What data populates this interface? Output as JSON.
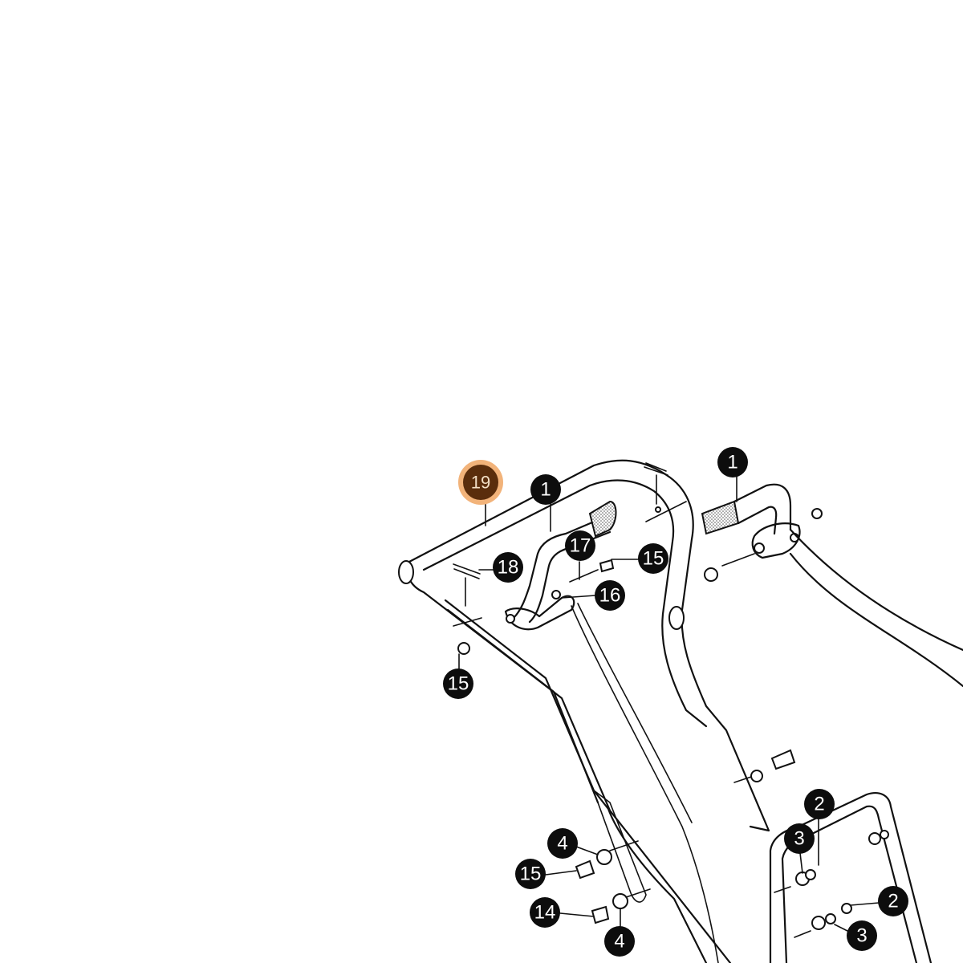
{
  "callouts": [
    {
      "id": "c19",
      "label": "19",
      "highlight": true
    },
    {
      "id": "c1a",
      "label": "1"
    },
    {
      "id": "c1b",
      "label": "1"
    },
    {
      "id": "c17",
      "label": "17"
    },
    {
      "id": "c15a",
      "label": "15"
    },
    {
      "id": "c18",
      "label": "18"
    },
    {
      "id": "c16",
      "label": "16"
    },
    {
      "id": "c15b",
      "label": "15"
    },
    {
      "id": "c2a",
      "label": "2"
    },
    {
      "id": "c3a",
      "label": "3"
    },
    {
      "id": "c4a",
      "label": "4"
    },
    {
      "id": "c15c",
      "label": "15"
    },
    {
      "id": "c2b",
      "label": "2"
    },
    {
      "id": "c14",
      "label": "14"
    },
    {
      "id": "c3b",
      "label": "3"
    },
    {
      "id": "c4b",
      "label": "4"
    }
  ],
  "colors": {
    "ink": "#111111",
    "callout": "#0d0d0d",
    "highlight_ring": "#f2b37a",
    "highlight_fill": "#5a2d0c"
  }
}
